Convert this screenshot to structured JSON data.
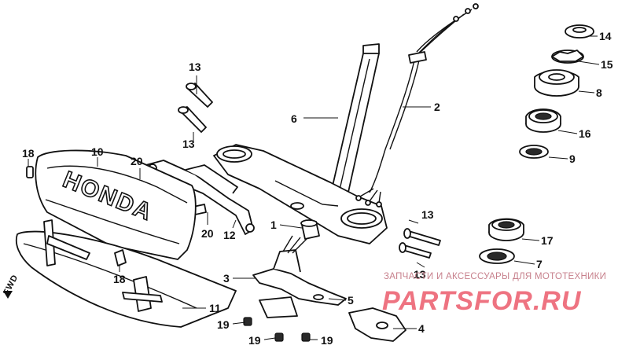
{
  "callouts": {
    "c1": "1",
    "c2": "2",
    "c3": "3",
    "c4": "4",
    "c5": "5",
    "c6": "6",
    "c7": "7",
    "c8": "8",
    "c9": "9",
    "c10": "10",
    "c11": "11",
    "c12": "12",
    "c13a": "13",
    "c13b": "13",
    "c13c": "13",
    "c13d": "13",
    "c14": "14",
    "c15": "15",
    "c16": "16",
    "c17": "17",
    "c18a": "18",
    "c18b": "18",
    "c19a": "19",
    "c19b": "19",
    "c19c": "19",
    "c20a": "20",
    "c20b": "20"
  },
  "direction_marker": "FWD",
  "emblem_text": "HONDA",
  "watermark": {
    "caption": "ЗАПЧАСТИ И АКСЕССУАРЫ ДЛЯ МОТОТЕХНИКИ",
    "logo": "PARTSFOR.RU",
    "color": "#e0001a"
  }
}
